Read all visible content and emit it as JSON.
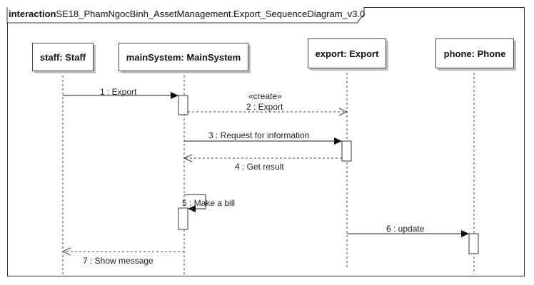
{
  "frame": {
    "keyword": "interaction",
    "name": "SE18_PhamNgocBinh_AssetManagement.Export_SequenceDiagram_v3.0"
  },
  "lifelines": [
    {
      "id": "staff",
      "label": "staff: Staff"
    },
    {
      "id": "mainSystem",
      "label": "mainSystem: MainSystem"
    },
    {
      "id": "export",
      "label": "export: Export"
    },
    {
      "id": "phone",
      "label": "phone: Phone"
    }
  ],
  "messages": [
    {
      "id": "m1",
      "label": "1 : Export",
      "kind": "sync"
    },
    {
      "id": "m2",
      "stereotype": "«create»",
      "label": "2 : Export",
      "kind": "create"
    },
    {
      "id": "m3",
      "label": "3 : Request for information",
      "kind": "sync"
    },
    {
      "id": "m4",
      "label": "4 : Get result",
      "kind": "return"
    },
    {
      "id": "m5",
      "label": "5 : Make a bill",
      "kind": "self"
    },
    {
      "id": "m6",
      "label": "6 : update",
      "kind": "sync"
    },
    {
      "id": "m7",
      "label": "7 : Show message",
      "kind": "return"
    }
  ]
}
